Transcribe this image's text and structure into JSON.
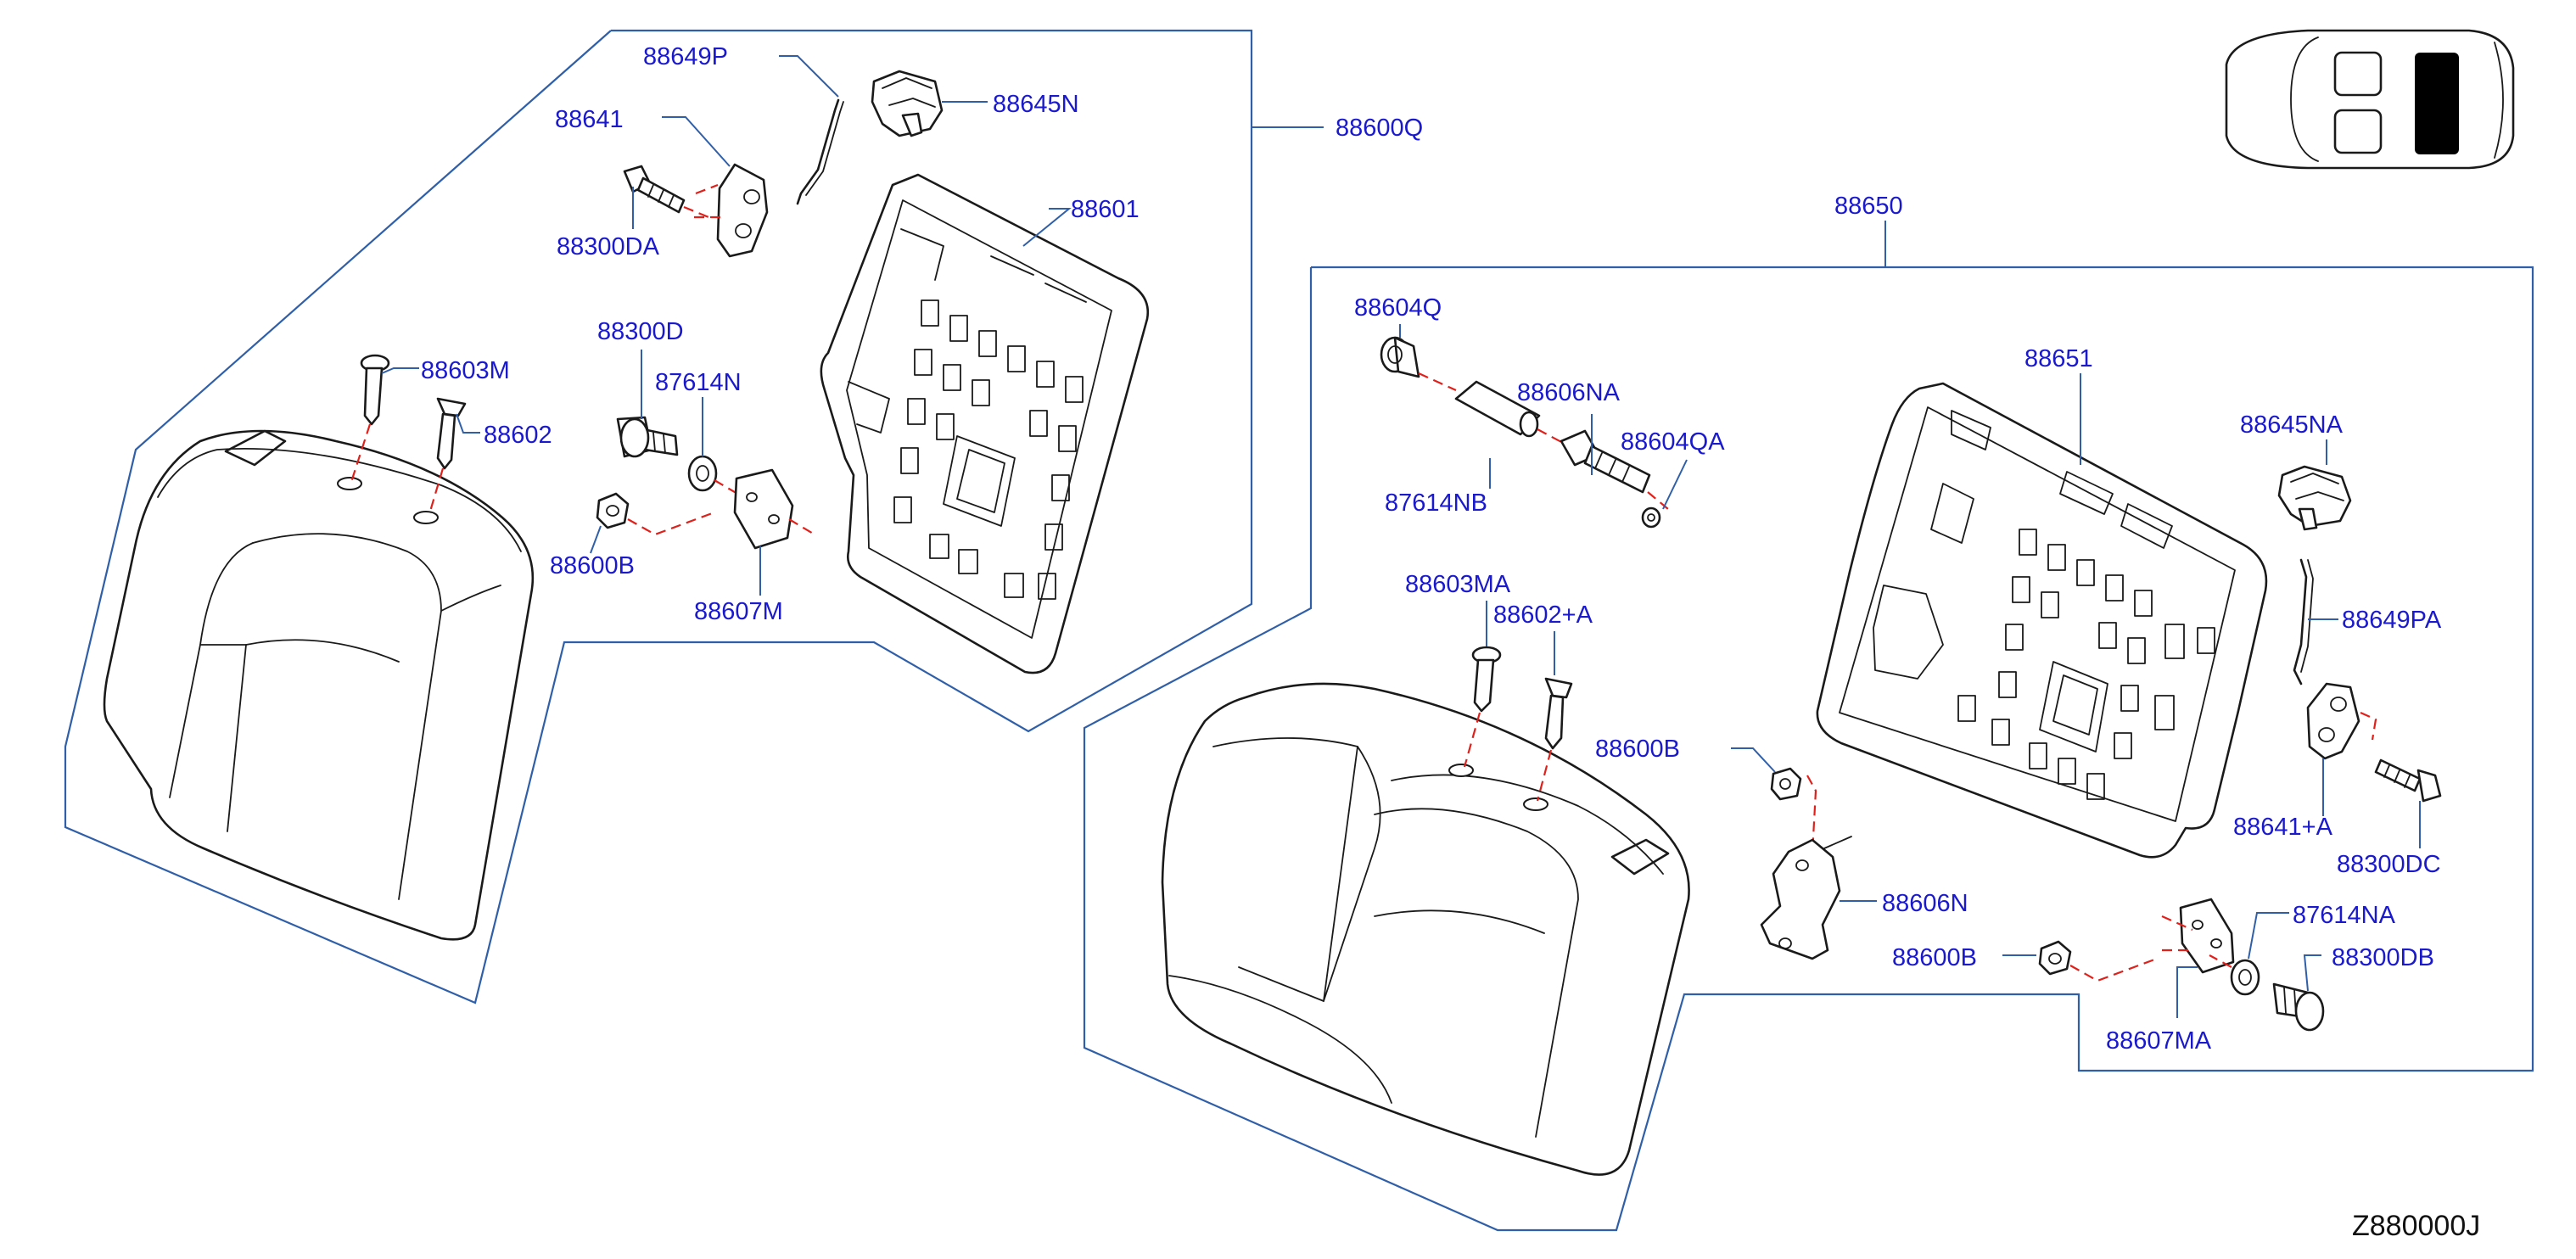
{
  "diagram_code": "Z880000J",
  "callouts": {
    "p88600Q": "88600Q",
    "p88649P": "88649P",
    "p88645N": "88645N",
    "p88641": "88641",
    "p88300DA": "88300DA",
    "p88601": "88601",
    "p88300D": "88300D",
    "p87614N": "87614N",
    "p88603M": "88603M",
    "p88602": "88602",
    "p88600B_left": "88600B",
    "p88607M": "88607M",
    "p88650": "88650",
    "p88604Q": "88604Q",
    "p88606NA": "88606NA",
    "p88604QA": "88604QA",
    "p87614NB": "87614NB",
    "p88651": "88651",
    "p88645NA": "88645NA",
    "p88603MA": "88603MA",
    "p88602A": "88602+A",
    "p88649PA": "88649PA",
    "p88600B_mid": "88600B",
    "p88641A": "88641+A",
    "p88300DC": "88300DC",
    "p88606N": "88606N",
    "p87614NA": "87614NA",
    "p88600B_low": "88600B",
    "p88300DB": "88300DB",
    "p88607MA": "88607MA"
  },
  "colors": {
    "callout_text": "#1a1acc",
    "leader_line": "#2f5fa8",
    "fastener_dash": "#e0211b",
    "location_highlight": "#000000"
  },
  "icons": {
    "locator": "vehicle-top-view-icon"
  }
}
